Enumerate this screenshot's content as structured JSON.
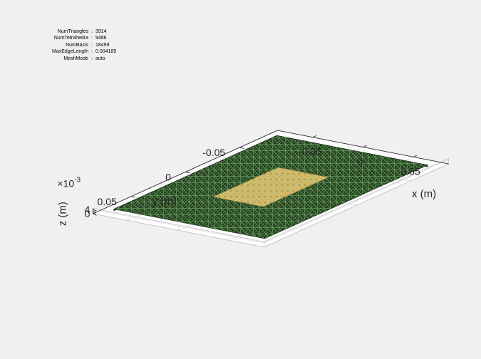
{
  "stats": [
    {
      "label": "NumTriangles",
      "value": "3914"
    },
    {
      "label": "NumTetrahedra",
      "value": "9486"
    },
    {
      "label": "NumBasis",
      "value": "18499"
    },
    {
      "label": "MaxEdgeLength",
      "value": "0.004189"
    },
    {
      "label": "MeshMode",
      "value": "auto"
    }
  ],
  "stat_separator": ":",
  "colors": {
    "background": "#f0f0f0",
    "axes_background": "#ffffff",
    "mesh_dark": "#1e3a1e",
    "mesh_green": "#4f8f4a",
    "mesh_yellow": "#e4d57a",
    "patch_gold": "#c7b160"
  },
  "chart_data": {
    "type": "mesh3d",
    "title": "",
    "xlabel": "x (m)",
    "ylabel": "y (m)",
    "zlabel": "z (m)",
    "z_exponent_prefix": "×10",
    "z_exponent": "-3",
    "x_ticks": [
      {
        "value": -0.05,
        "label": "-0.05"
      },
      {
        "value": 0,
        "label": "0"
      },
      {
        "value": 0.05,
        "label": "0.05"
      }
    ],
    "y_ticks": [
      {
        "value": -0.05,
        "label": "-0.05"
      },
      {
        "value": 0,
        "label": "0"
      },
      {
        "value": 0.05,
        "label": "0.05"
      }
    ],
    "z_ticks": [
      {
        "value": 0,
        "label": "0"
      },
      {
        "value": 0.004,
        "label": "4"
      }
    ],
    "xlim": [
      -0.085,
      0.085
    ],
    "ylim": [
      -0.085,
      0.085
    ],
    "zlim": [
      0,
      0.005
    ],
    "substrate": {
      "x": [
        -0.075,
        0.075
      ],
      "y": [
        -0.075,
        0.075
      ],
      "z": [
        0,
        0.0016
      ]
    },
    "patch": {
      "x": [
        -0.025,
        0.025
      ],
      "y": [
        -0.03,
        0.03
      ],
      "z": 0.0016
    },
    "grid": true
  }
}
